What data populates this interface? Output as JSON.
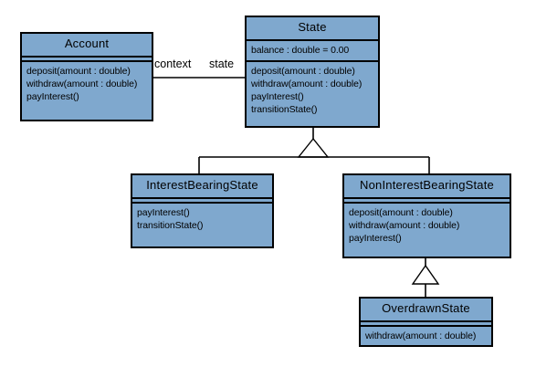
{
  "diagram": {
    "type": "uml-class-diagram",
    "background_color": "#ffffff",
    "class_fill_color": "#7fa8ce",
    "border_color": "#000000",
    "classes": [
      {
        "id": "account",
        "name": "Account",
        "attributes": [],
        "operations": [
          "deposit(amount : double)",
          "withdraw(amount : double)",
          "payInterest()"
        ]
      },
      {
        "id": "state",
        "name": "State",
        "attributes": [
          "balance : double = 0.00"
        ],
        "operations": [
          "deposit(amount : double)",
          "withdraw(amount : double)",
          "payInterest()",
          "transitionState()"
        ]
      },
      {
        "id": "interest-bearing-state",
        "name": "InterestBearingState",
        "attributes": [],
        "operations": [
          "payInterest()",
          "transitionState()"
        ]
      },
      {
        "id": "non-interest-bearing-state",
        "name": "NonInterestBearingState",
        "attributes": [],
        "operations": [
          "deposit(amount : double)",
          "withdraw(amount : double)",
          "payInterest()"
        ]
      },
      {
        "id": "overdrawn-state",
        "name": "OverdrawnState",
        "attributes": [],
        "operations": [
          "withdraw(amount : double)"
        ]
      }
    ],
    "relationships": [
      {
        "id": "account-state-association",
        "kind": "association",
        "source": "account",
        "target": "state",
        "source_role": "context",
        "target_role": "state"
      },
      {
        "id": "interest-bearing-generalization",
        "kind": "generalization",
        "source": "interest-bearing-state",
        "target": "state"
      },
      {
        "id": "non-interest-bearing-generalization",
        "kind": "generalization",
        "source": "non-interest-bearing-state",
        "target": "state"
      },
      {
        "id": "overdrawn-generalization",
        "kind": "generalization",
        "source": "overdrawn-state",
        "target": "non-interest-bearing-state"
      }
    ],
    "edge_labels": {
      "context": "context",
      "state": "state"
    }
  }
}
